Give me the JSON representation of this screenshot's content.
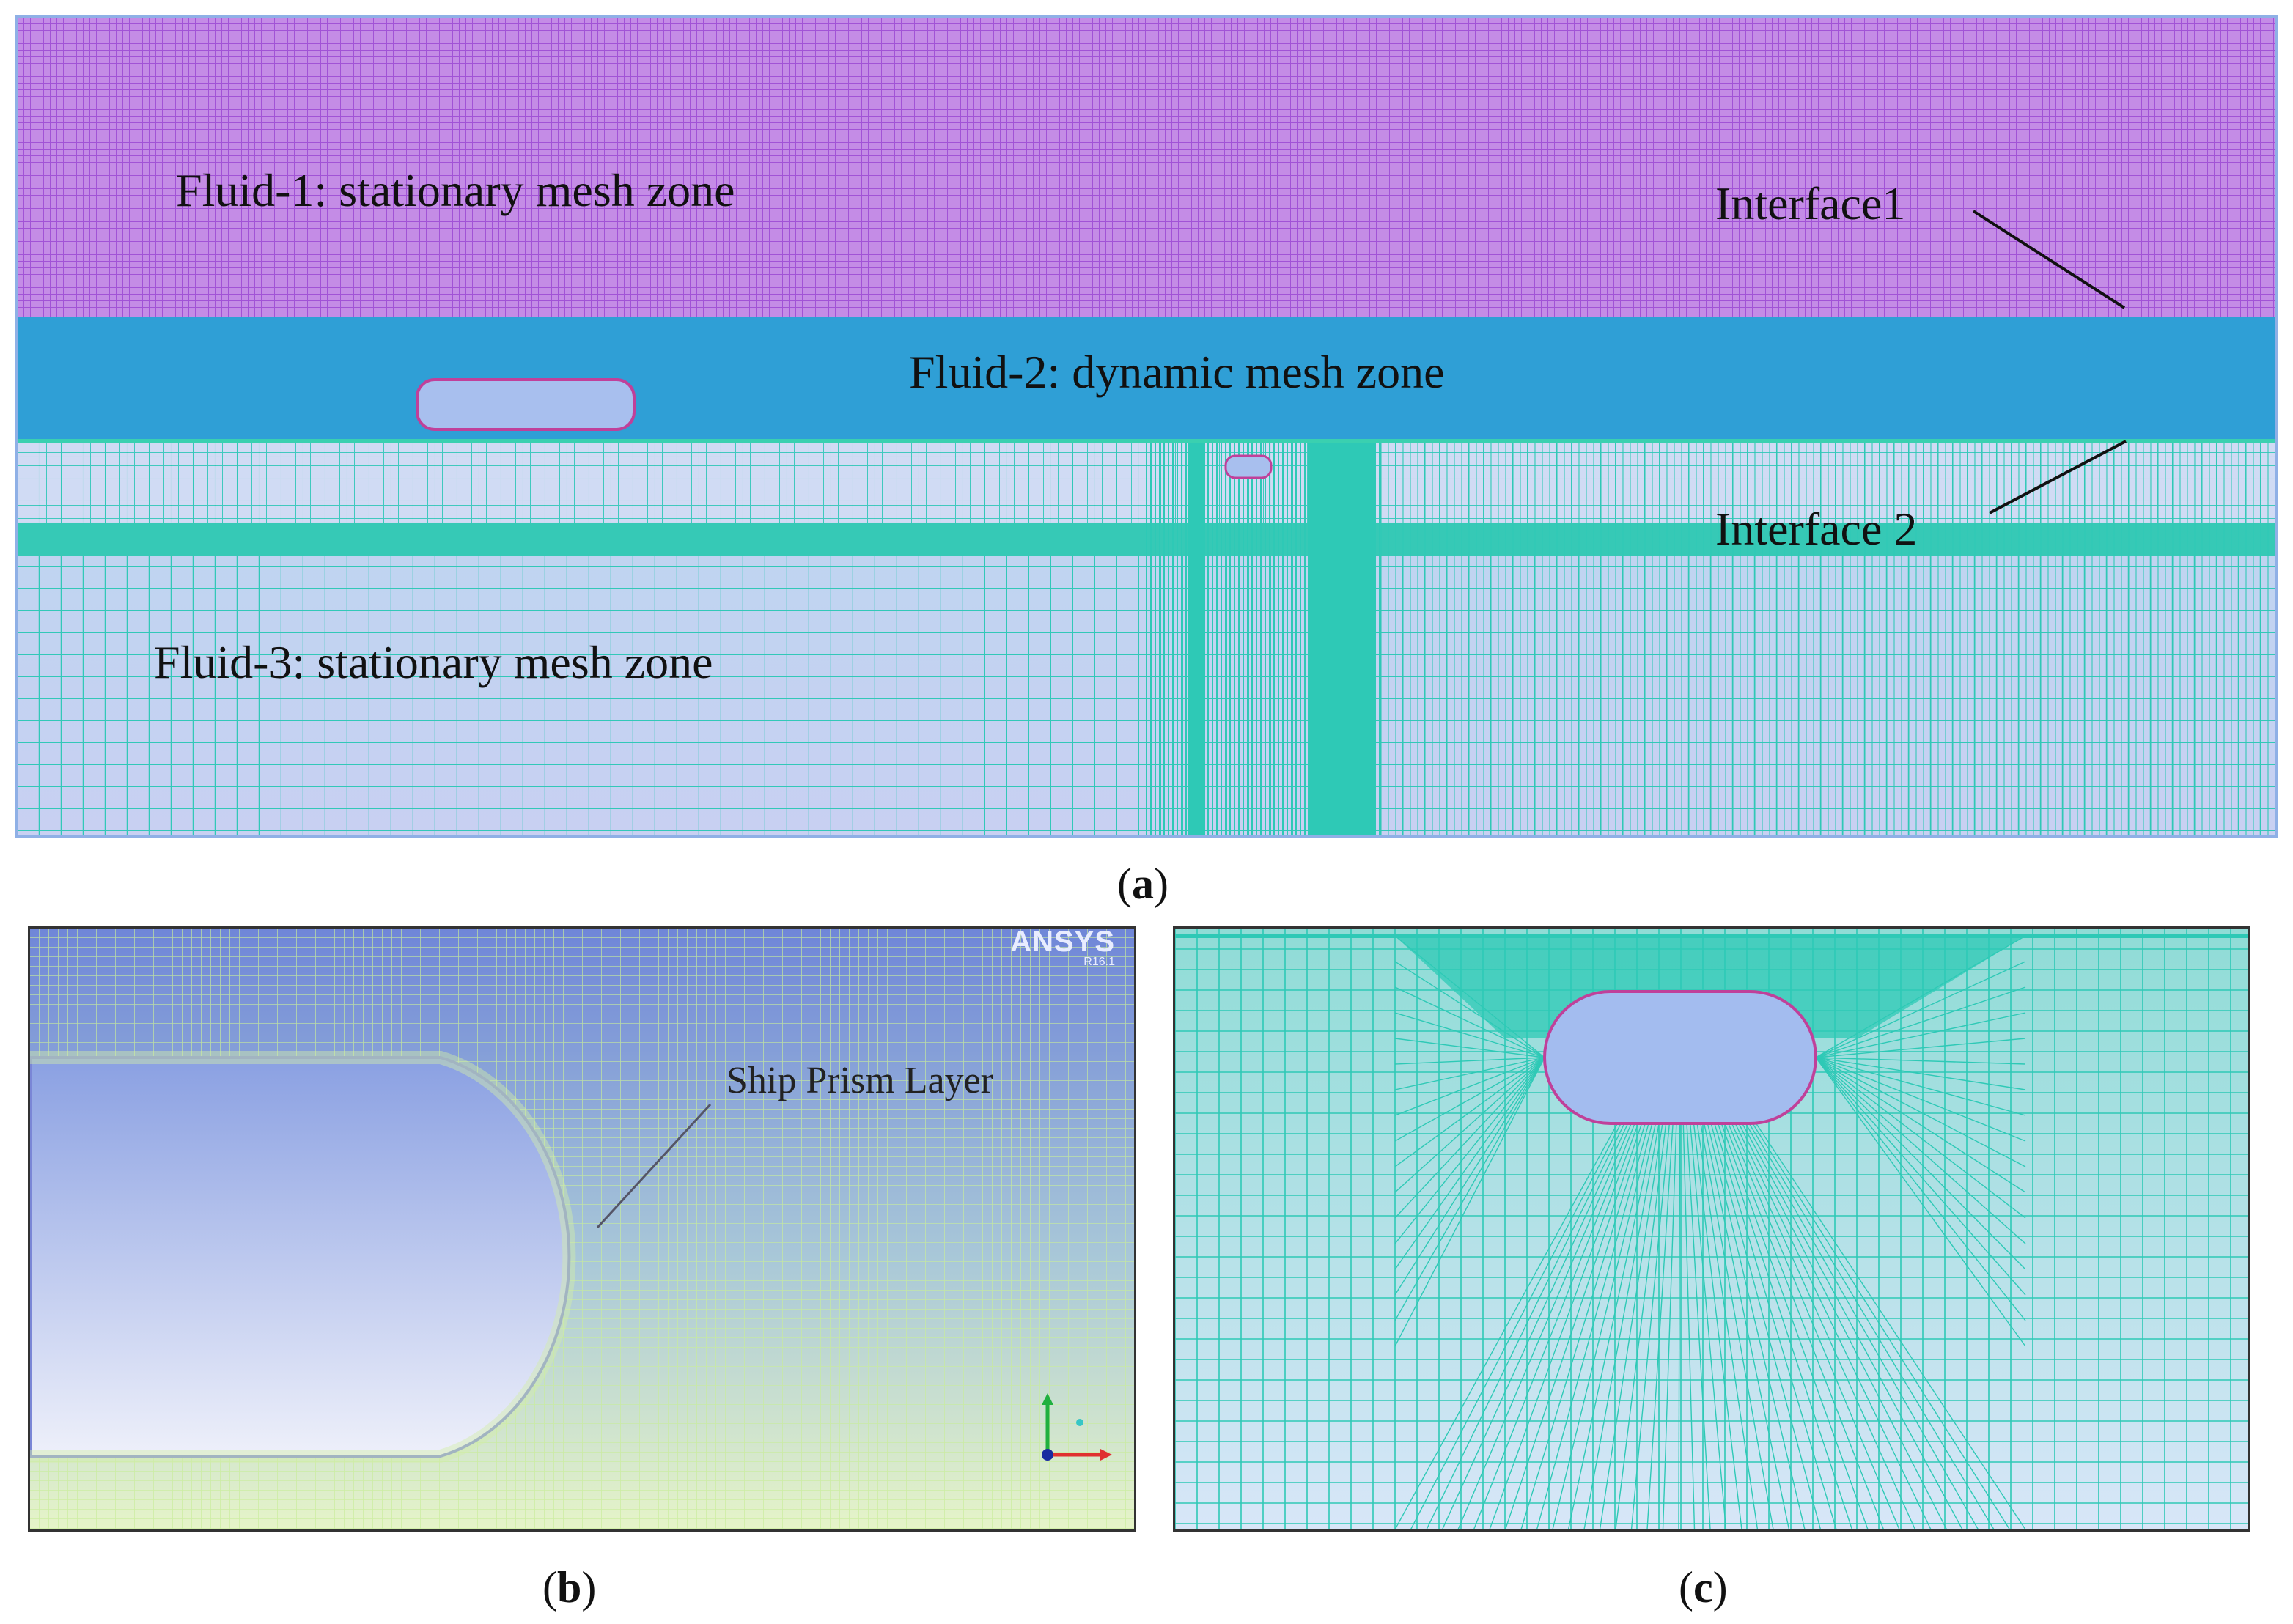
{
  "panel_a": {
    "fluid1_label": "Fluid-1: stationary mesh zone",
    "fluid2_label": "Fluid-2: dynamic mesh zone",
    "fluid3_label": "Fluid-3: stationary mesh zone",
    "interface1_label": "Interface1",
    "interface2_label": "Interface 2",
    "caption": "a"
  },
  "panel_b": {
    "annotation": "Ship Prism Layer",
    "logo_text": "ANSYS",
    "logo_sub": "R16.1",
    "caption": "b"
  },
  "panel_c": {
    "caption": "c"
  },
  "colors": {
    "fluid1_mesh": "#a558d8",
    "fluid1_bg": "#c48ce6",
    "fluid2_zone": "#2f9fd6",
    "mesh_cyan": "#2ec9b6",
    "hull_fill": "#a8bfee",
    "hull_edge": "#c0409a",
    "prism_mesh": "#c2e6a0"
  }
}
